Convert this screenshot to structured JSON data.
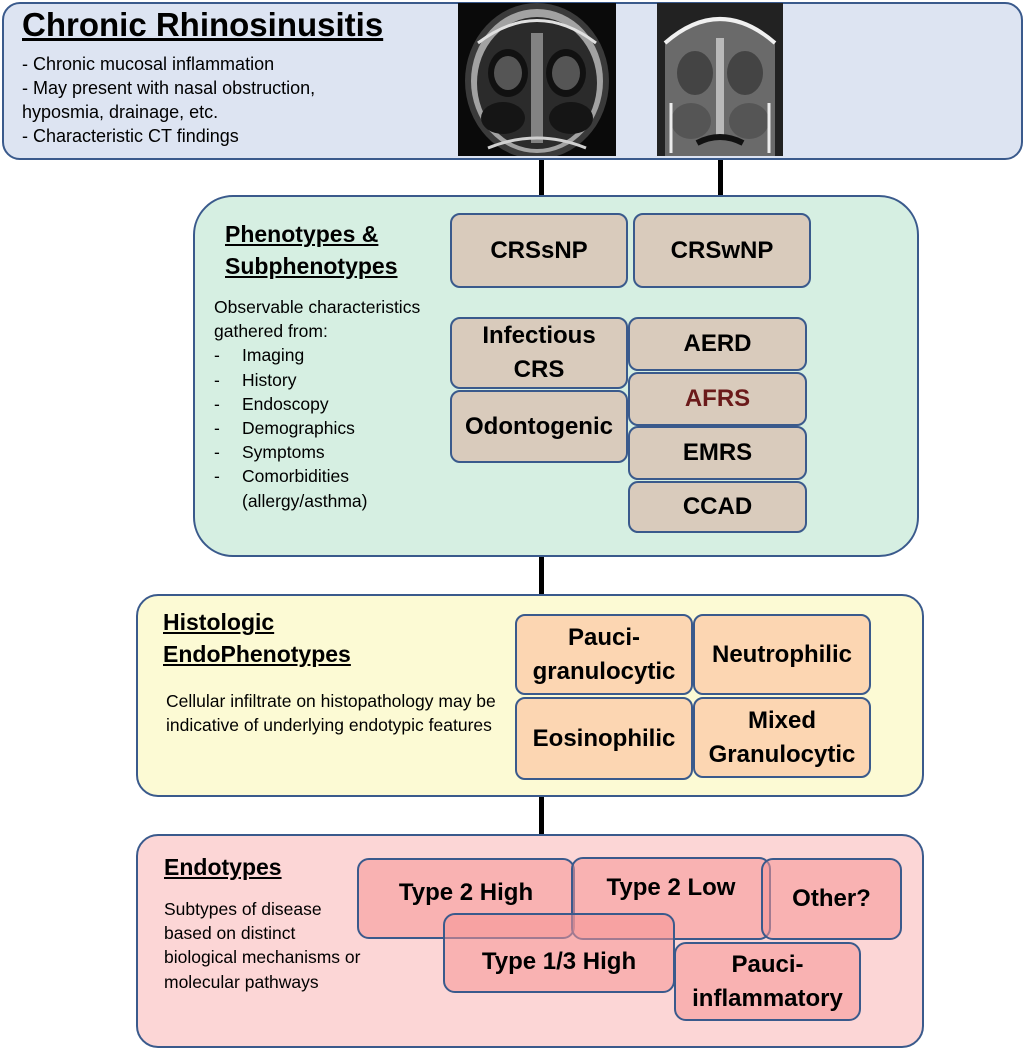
{
  "header": {
    "title": "Chronic Rhinosinusitis",
    "bullets": [
      "- Chronic mucosal inflammation",
      "- May present with nasal obstruction, hyposmia, drainage, etc.",
      "- Characteristic CT findings"
    ]
  },
  "phenotypes": {
    "title_line1": "Phenotypes &",
    "title_line2": "Subphenotypes",
    "desc_intro": "Observable characteristics gathered from:",
    "list": [
      "Imaging",
      "History",
      "Endoscopy",
      "Demographics",
      "Symptoms",
      "Comorbidities (allergy/asthma)"
    ],
    "crssnp": "CRSsNP",
    "crswnp": "CRSwNP",
    "crssnp_sub": [
      "Infectious CRS",
      "Odontogenic"
    ],
    "crswnp_sub": [
      "AERD",
      "AFRS",
      "EMRS",
      "CCAD"
    ],
    "afrs_color": "#6b1a1a"
  },
  "histologic": {
    "title_line1": "Histologic",
    "title_line2": "EndoPhenotypes",
    "desc": "Cellular infiltrate on histopathology may be indicative of underlying endotypic features",
    "boxes": [
      "Pauci-granulocytic",
      "Neutrophilic",
      "Eosinophilic",
      "Mixed Granulocytic"
    ]
  },
  "endotypes": {
    "title": "Endotypes",
    "desc": "Subtypes of disease based on distinct biological mechanisms or molecular pathways",
    "boxes": [
      "Type 2 High",
      "Type 2 Low",
      "Other?",
      "Type 1/3 High",
      "Pauci-inflammatory"
    ]
  }
}
